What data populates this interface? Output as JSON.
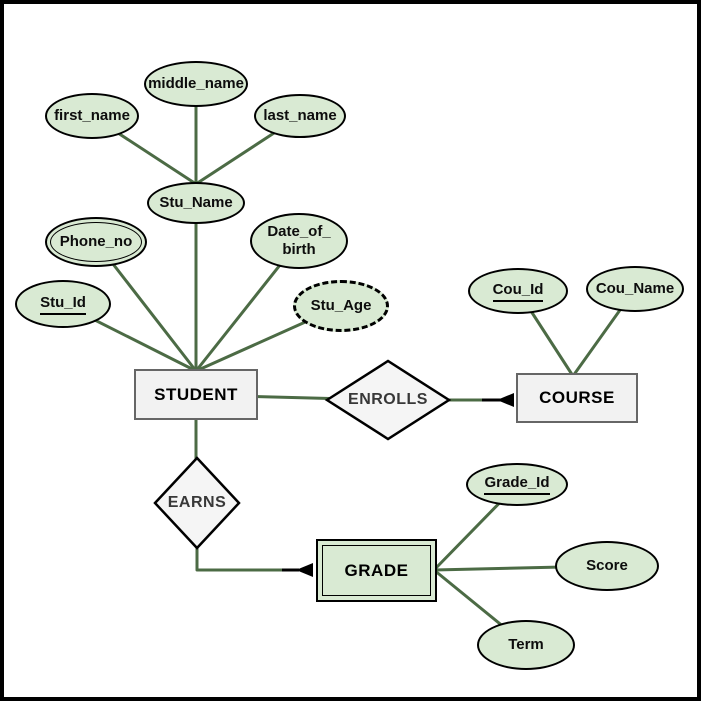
{
  "diagram": {
    "type": "entity-relationship-diagram",
    "entities": {
      "student": {
        "label": "STUDENT",
        "kind": "strong"
      },
      "course": {
        "label": "COURSE",
        "kind": "strong"
      },
      "grade": {
        "label": "GRADE",
        "kind": "weak"
      }
    },
    "relationships": {
      "enrolls": {
        "label": "ENROLLS",
        "connects": [
          "STUDENT",
          "COURSE"
        ],
        "marker_at_course": "many-arrow"
      },
      "earns": {
        "label": "EARNS",
        "connects": [
          "STUDENT",
          "GRADE"
        ],
        "marker_at_grade": "many-arrow"
      }
    },
    "attributes": {
      "first_name": {
        "label": "first_name",
        "type": "simple",
        "attribute_of": "Stu_Name"
      },
      "middle_name": {
        "label": "middle_name",
        "type": "simple",
        "attribute_of": "Stu_Name"
      },
      "last_name": {
        "label": "last_name",
        "type": "simple",
        "attribute_of": "Stu_Name"
      },
      "stu_name": {
        "label": "Stu_Name",
        "type": "composite",
        "attribute_of": "STUDENT"
      },
      "phone_no": {
        "label": "Phone_no",
        "type": "multivalued",
        "attribute_of": "STUDENT"
      },
      "stu_id": {
        "label": "Stu_Id",
        "type": "key",
        "attribute_of": "STUDENT"
      },
      "date_of_birth": {
        "lines": [
          "Date_of_",
          "birth"
        ],
        "type": "simple",
        "attribute_of": "STUDENT"
      },
      "stu_age": {
        "label": "Stu_Age",
        "type": "derived",
        "attribute_of": "STUDENT"
      },
      "cou_id": {
        "label": "Cou_Id",
        "type": "key",
        "attribute_of": "COURSE"
      },
      "cou_name": {
        "label": "Cou_Name",
        "type": "simple",
        "attribute_of": "COURSE"
      },
      "grade_id": {
        "label": "Grade_Id",
        "type": "key",
        "attribute_of": "GRADE"
      },
      "score": {
        "label": "Score",
        "type": "simple",
        "attribute_of": "GRADE"
      },
      "term": {
        "label": "Term",
        "type": "simple",
        "attribute_of": "GRADE"
      }
    },
    "colors": {
      "connector_green": "#4C6B45",
      "marker_black": "#000000",
      "attribute_fill": "#D9EAD3",
      "entity_fill": "#F2F2F2",
      "diamond_fill": "#F5F5F5",
      "shape_outline": "#000000",
      "entity_border": "#666666",
      "canvas_border": "#000000",
      "background": "#FFFFFF"
    }
  }
}
